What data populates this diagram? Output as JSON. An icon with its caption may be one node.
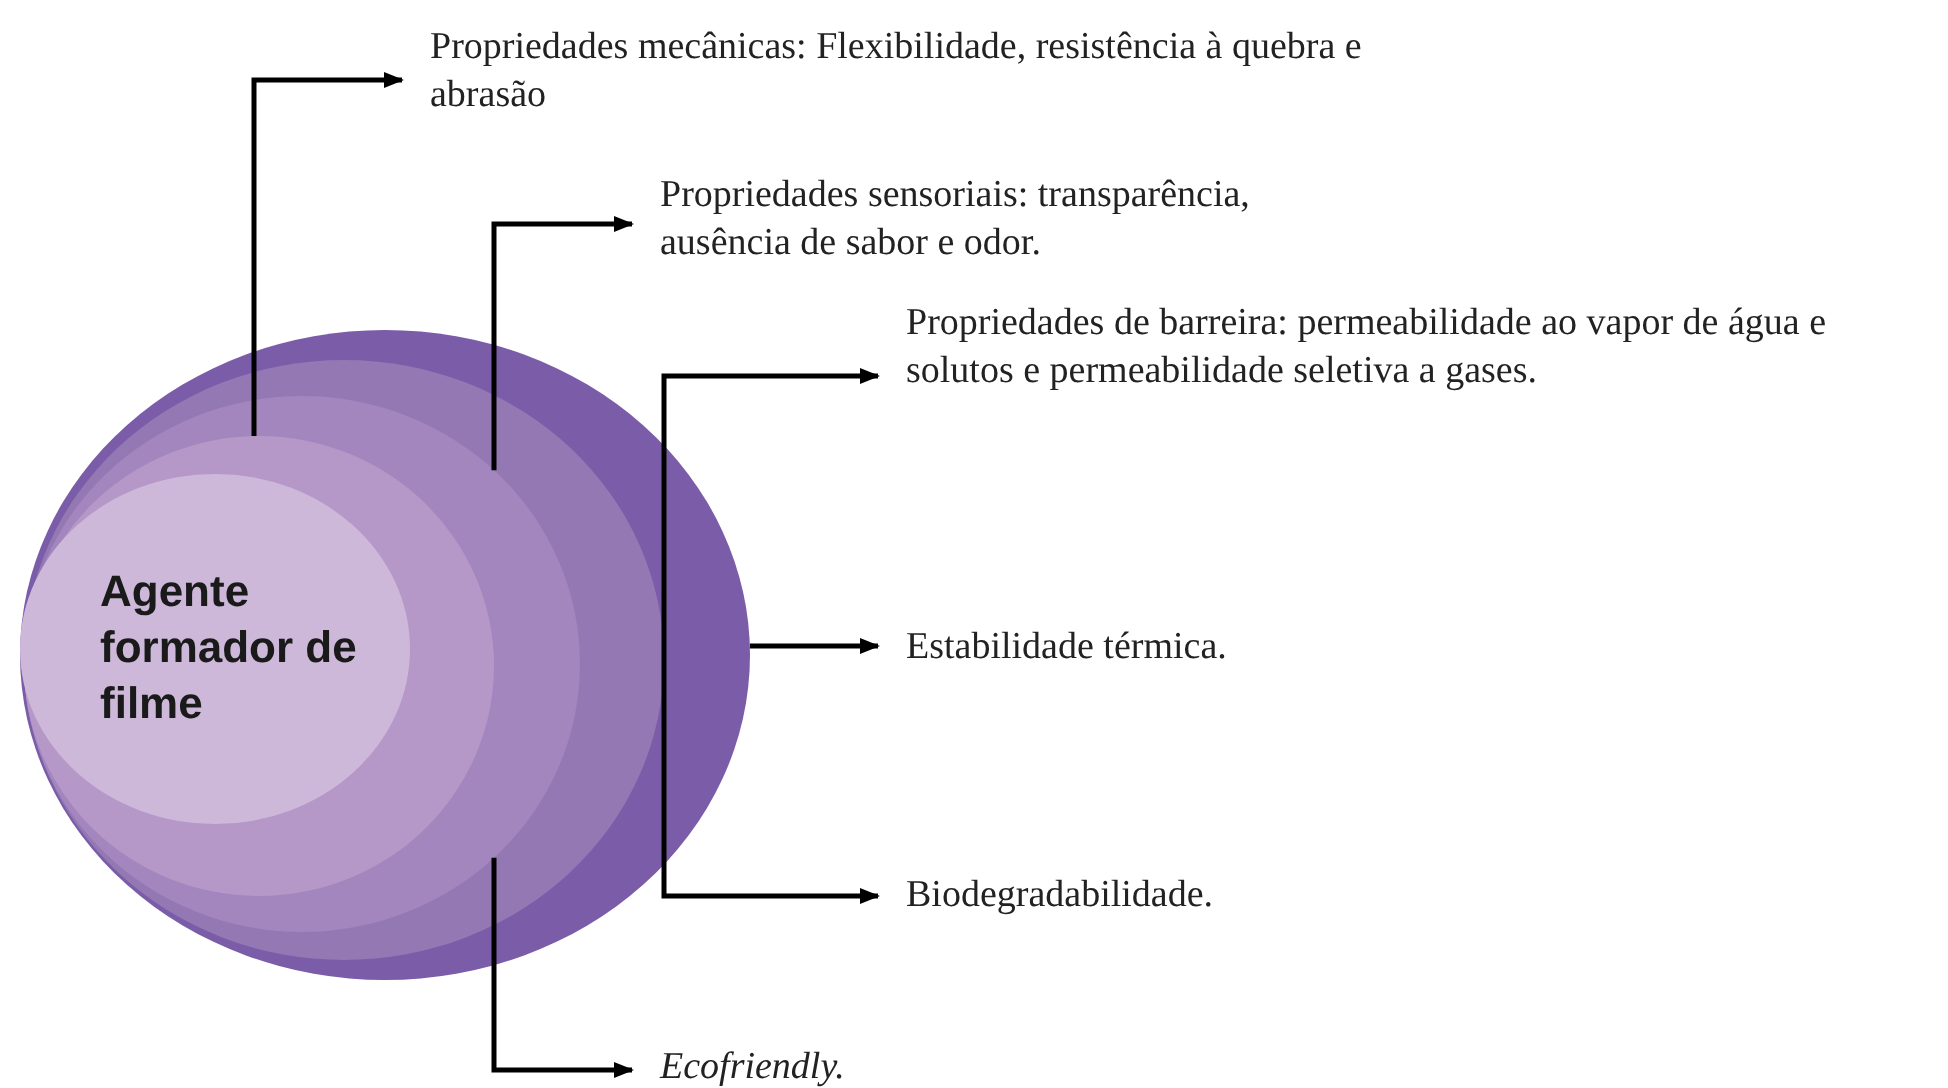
{
  "diagram": {
    "nodes": [
      {
        "text": [],
        "shape": "ellipse"
      },
      {
        "text": [],
        "shape": "ellipse",
        "in": 0
      },
      {
        "text": [],
        "shape": "ellipse",
        "in": 1
      },
      {
        "text": [],
        "shape": "ellipse",
        "in": 2
      },
      {
        "text": [
          "Agente formador de filme"
        ],
        "in": 3
      },
      {
        "text": [
          "Propriedades mecânicas: Flexibilidade, resistência à quebra e abrasão"
        ]
      },
      {
        "text": [
          "Propriedades sensoriais: transparência, ausência de sabor e odor."
        ]
      },
      {
        "text": [
          "Propriedades de barreira: permeabilidade ao vapor de água e solutos e permeabilidade seletiva a gases."
        ]
      },
      {
        "text": [
          "Estabilidade térmica."
        ]
      },
      {
        "text": [
          "Biodegradabilidade."
        ]
      },
      {
        "text": [
          "Ecofriendly."
        ]
      }
    ],
    "edges": [
      {
        "from": 3,
        "to": 5,
        "arrow": "to"
      },
      {
        "from": 2,
        "to": 6,
        "arrow": "to"
      },
      {
        "from": 1,
        "to": 7,
        "arrow": "to"
      },
      {
        "from": 0,
        "to": 8,
        "arrow": "to"
      },
      {
        "from": 1,
        "to": 9,
        "arrow": "to"
      },
      {
        "from": 2,
        "to": 10,
        "arrow": "to"
      }
    ]
  }
}
